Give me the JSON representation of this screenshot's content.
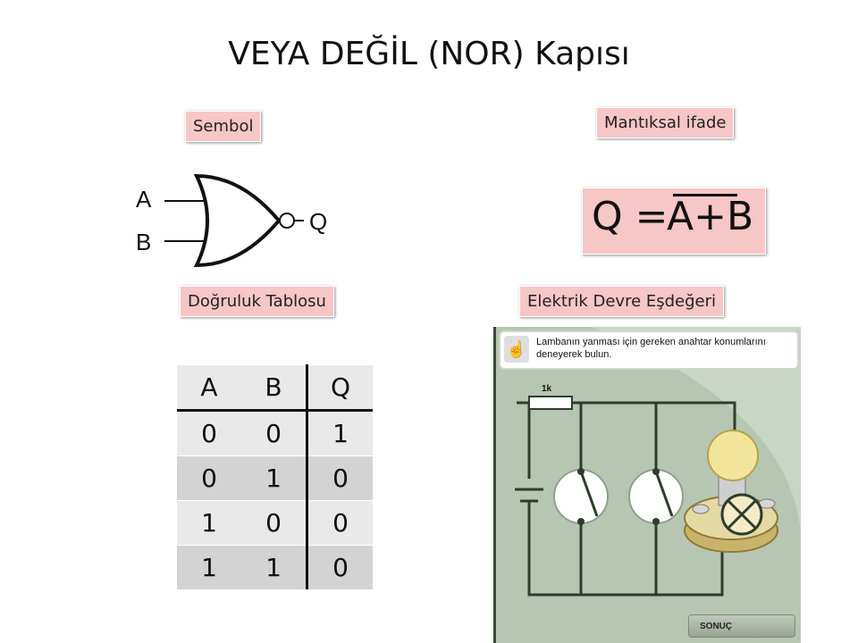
{
  "title": "VEYA DEĞİL (NOR) Kapısı",
  "labels": {
    "symbol": "Sembol",
    "expression": "Mantıksal ifade",
    "truth_table": "Doğruluk Tablosu",
    "circuit": "Elektrik Devre Eşdeğeri"
  },
  "gate": {
    "input_a": "A",
    "input_b": "B",
    "output": "Q"
  },
  "expression": {
    "lhs": "Q =",
    "rhs": "A+B"
  },
  "truth_table": {
    "headers": [
      "A",
      "B",
      "Q"
    ],
    "rows": [
      [
        "0",
        "0",
        "1"
      ],
      [
        "0",
        "1",
        "0"
      ],
      [
        "1",
        "0",
        "0"
      ],
      [
        "1",
        "1",
        "0"
      ]
    ]
  },
  "circuit": {
    "instruction": "Lambanın yanması için gereken anahtar konumlarını deneyerek bulun.",
    "resistor_label": "1k",
    "result_button": "SONUÇ",
    "background_color": "#b7c6b3"
  }
}
